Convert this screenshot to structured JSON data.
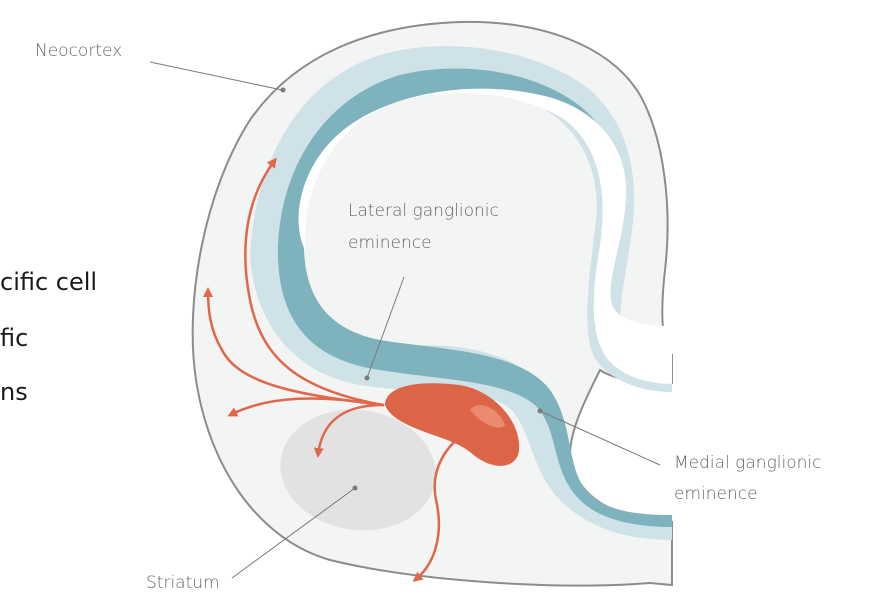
{
  "slide_text": {
    "line1": "cific cell",
    "line2": "fic",
    "line3": "ns"
  },
  "labels": {
    "neocortex": "Neocortex",
    "lateral_line1": "Lateral ganglionic",
    "lateral_line2": "eminence",
    "medial_line1": "Medial ganglionic",
    "medial_line2": "eminence",
    "striatum": "Striatum"
  },
  "colors": {
    "outline": "#8c8c8c",
    "tissue": "#f3f4f4",
    "ventricle_light": "#cfe2e7",
    "ventricle_teal": "#7eb2bc",
    "mge": "#db6546",
    "striatum": "#e2e2e2",
    "arrows": "#e0674a"
  }
}
